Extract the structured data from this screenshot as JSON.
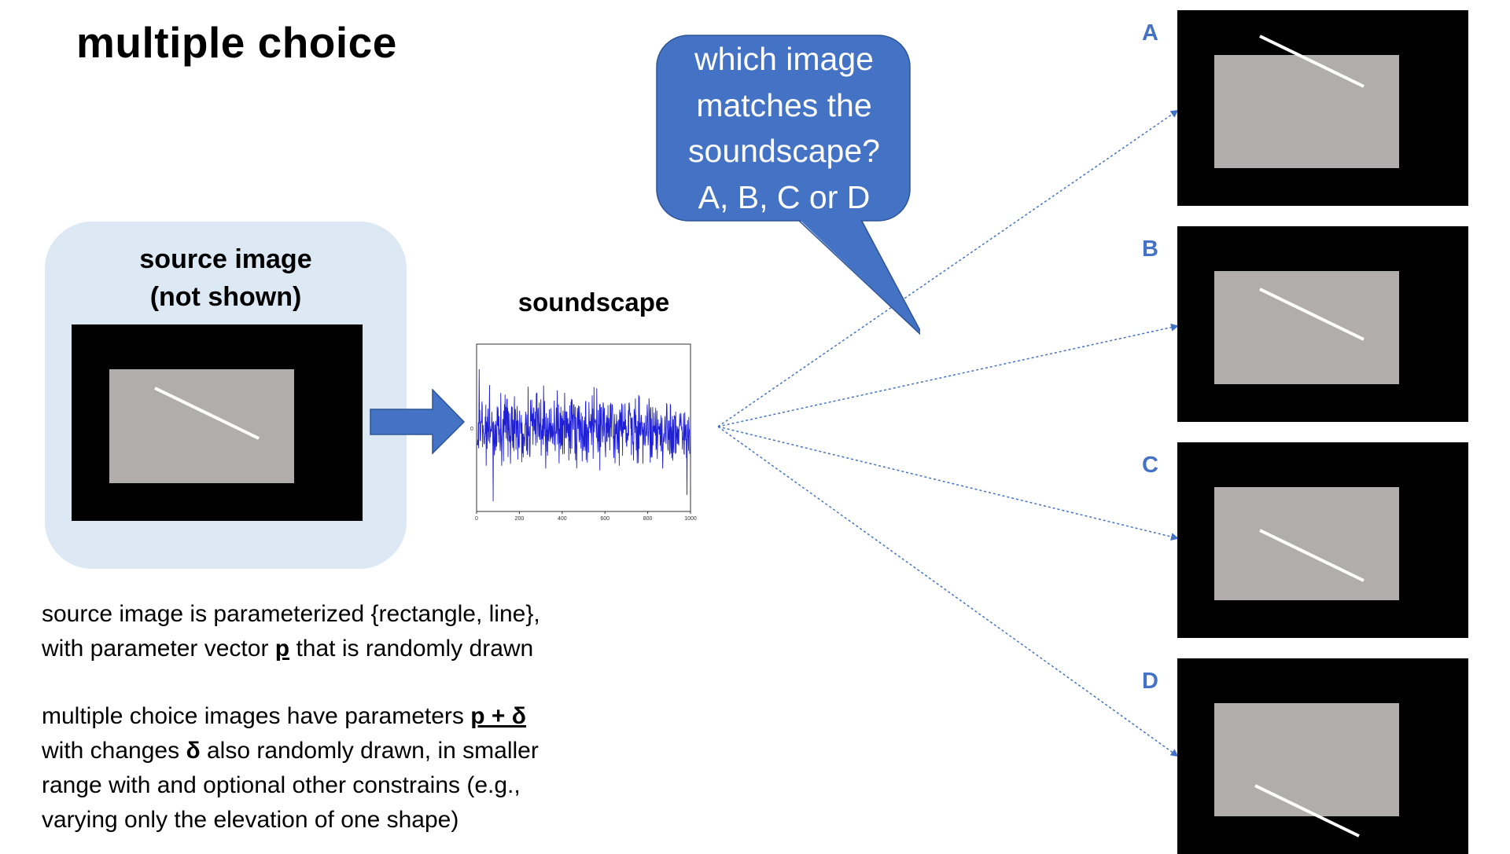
{
  "title": "multiple choice",
  "source": {
    "label_line1": "source image",
    "label_line2": "(not shown)"
  },
  "soundscape": {
    "label": "soundscape",
    "x_ticks": [
      "0",
      "200",
      "400",
      "600",
      "800",
      "1000"
    ],
    "y_tick": "0",
    "line_color": "#1f1fd6"
  },
  "bubble": {
    "lines": [
      "which image",
      "matches the",
      "soundscape?",
      "A, B, C or D"
    ],
    "color": "#4472c4"
  },
  "options": [
    {
      "letter": "A"
    },
    {
      "letter": "B"
    },
    {
      "letter": "C"
    },
    {
      "letter": "D"
    }
  ],
  "description": {
    "p1_line1": "source image is parameterized {rectangle, line},",
    "p1_line2_pre": "with parameter vector ",
    "p1_bold": "p",
    "p1_line2_post": " that is randomly drawn",
    "p2_line1_pre": "multiple choice images have parameters ",
    "p2_bold1": "p + δ",
    "p2_line2_pre": "with changes ",
    "p2_bold2": "δ",
    "p2_line2_post": " also randomly drawn, in smaller",
    "p2_line3": "range with and optional other constrains (e.g.,",
    "p2_line4": "varying only the elevation of one shape)"
  },
  "colors": {
    "accent": "#4472c4",
    "panel": "#dde8f5",
    "frame": "#000000",
    "rect": "#b0adac",
    "line": "#ffffff"
  }
}
